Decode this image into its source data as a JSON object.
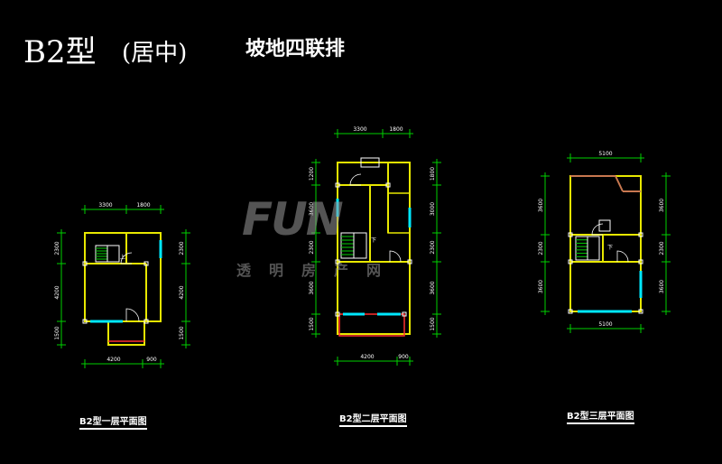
{
  "header": {
    "model": "B2型",
    "position": "(居中)",
    "type": "坡地四联排"
  },
  "watermark": {
    "logo": "FUN",
    "sub": "透明房产网"
  },
  "colors": {
    "wall": "#e8e800",
    "dim": "#00d000",
    "window": "#00e8ff",
    "balcony": "#ff3030",
    "terrace": "#c87850",
    "text": "#ffffff"
  },
  "plans": [
    {
      "id": "floor1",
      "caption": "B2型一层平面图",
      "dims": {
        "top": [
          "3300",
          "1800"
        ],
        "left": [
          "2300",
          "4200",
          "1500"
        ],
        "right": [
          "2300",
          "4200",
          "1500"
        ],
        "bottom": [
          "4200",
          "900"
        ]
      }
    },
    {
      "id": "floor2",
      "caption": "B2型二层平面图",
      "dims": {
        "top": [
          "3300",
          "1800"
        ],
        "left": [
          "1200",
          "3600",
          "2300",
          "3600",
          "1500"
        ],
        "right": [
          "1800",
          "3000",
          "2300",
          "3600",
          "1500"
        ],
        "bottom": [
          "4200",
          "900"
        ]
      }
    },
    {
      "id": "floor3",
      "caption": "B2型三层平面图",
      "dims": {
        "top": [
          "5100"
        ],
        "left": [
          "3600",
          "2300",
          "3600"
        ],
        "right": [
          "3600",
          "2300",
          "3600"
        ],
        "bottom": [
          "5100"
        ]
      }
    }
  ]
}
